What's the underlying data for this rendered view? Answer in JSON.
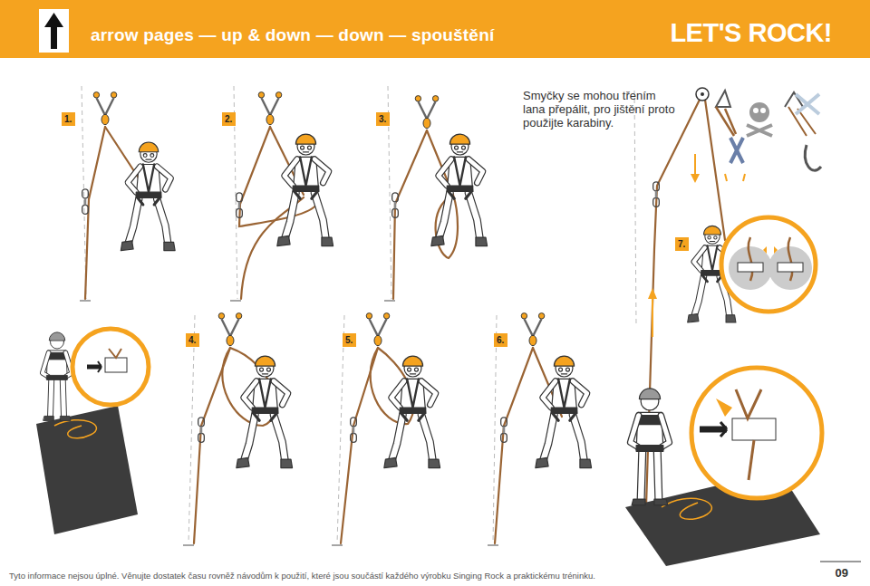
{
  "diagram": {
    "title": "arrow pages — up & down — down — spouštění",
    "caption": "Tyto informace nejsou úplné. Věnujte dostatek času rovněž návodům k použití, které jsou součástí každého výrobku Singing Rock a praktickému tréninku.",
    "nodes": [
      {
        "text": [
          "1."
        ]
      },
      {
        "text": [
          "2."
        ]
      },
      {
        "text": [
          "3."
        ]
      },
      {
        "text": [
          "7."
        ]
      },
      {
        "text": [
          "4."
        ]
      },
      {
        "text": [
          "5."
        ]
      },
      {
        "text": [
          "6."
        ]
      }
    ],
    "labels": [
      "LET'S ROCK!",
      "Smyčky se mohou třením lana přepálit, pro jištění proto použijte karabiny.",
      "09"
    ]
  }
}
